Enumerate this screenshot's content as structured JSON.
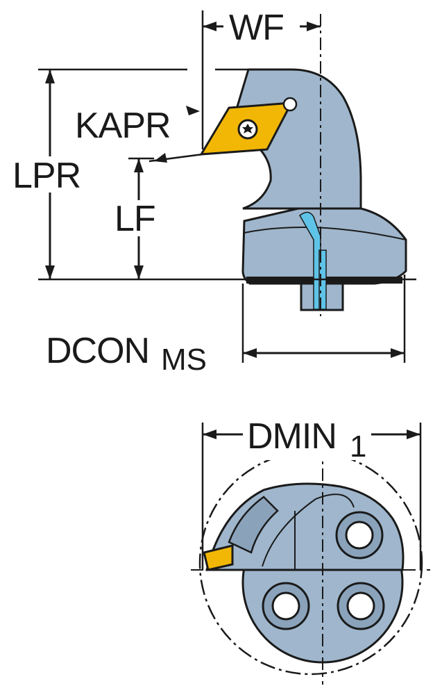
{
  "labels": {
    "wf": "WF",
    "kapr": "KAPR",
    "lpr": "LPR",
    "lf": "LF",
    "dcon_main": "DCON",
    "dcon_sub": "MS",
    "dmin_main": "DMIN",
    "dmin_sub": "1"
  },
  "colors": {
    "body": "#9fb6cc",
    "body_shade": "#8aa3bb",
    "insert": "#f2b705",
    "coolant": "#5fc3e8",
    "lines": "#1a1a1a"
  },
  "icons": {
    "insert": "rhombic-insert",
    "screw": "torx-screw",
    "coolant": "coolant-channel",
    "mounting_holes": "bolt-hole"
  }
}
